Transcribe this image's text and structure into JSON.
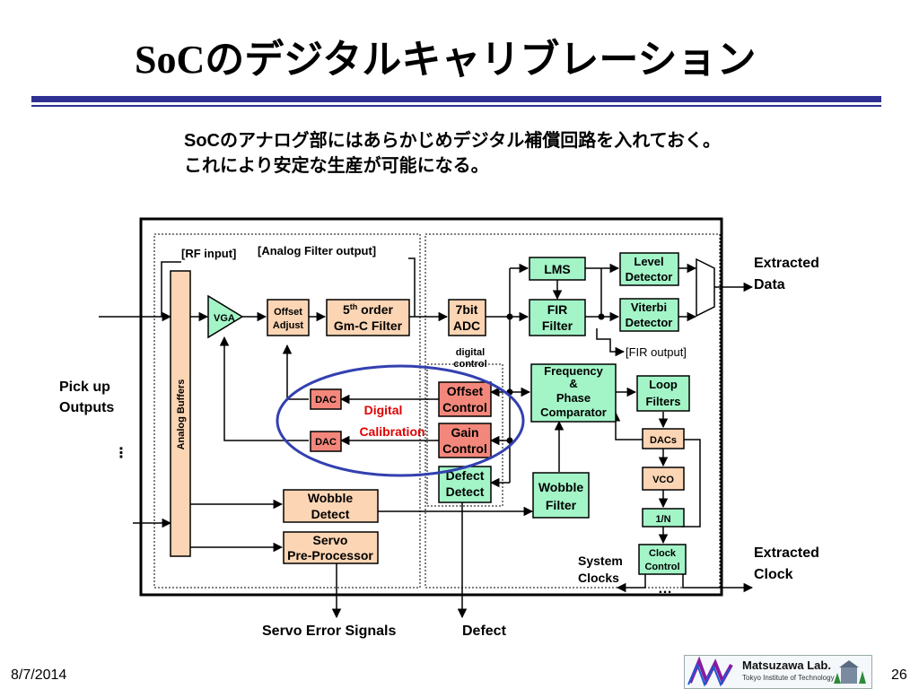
{
  "slide": {
    "title": "SoCのデジタルキャリブレーション",
    "description_line1": "SoCのアナログ部にはあらかじめデジタル補償回路を入れておく。",
    "description_line2": "これにより安定な生産が可能になる。",
    "date": "8/7/2014",
    "page_number": "26",
    "logo_line1": "Matsuzawa Lab.",
    "logo_line2": "Tokyo Institute of Technology"
  },
  "diagram": {
    "rf_input": "[RF input]",
    "analog_filter_output": "[Analog Filter output]",
    "fir_output": "[FIR output]",
    "digital_control_1": "digital",
    "digital_control_2": "control",
    "analog_buffers": "Analog Buffers",
    "vga": "VGA",
    "offset_adjust_1": "Offset",
    "offset_adjust_2": "Adjust",
    "filter_order_num": "5",
    "filter_order_sup": "th",
    "filter_order_rest": " order",
    "filter_type": "Gm-C Filter",
    "adc_1": "7bit",
    "adc_2": "ADC",
    "lms": "LMS",
    "fir_1": "FIR",
    "fir_2": "Filter",
    "level_1": "Level",
    "level_2": "Detector",
    "viterbi_1": "Viterbi",
    "viterbi_2": "Detector",
    "fpc_1": "Frequency",
    "fpc_2": "&",
    "fpc_3": "Phase",
    "fpc_4": "Comparator",
    "loop_1": "Loop",
    "loop_2": "Filters",
    "dacs": "DACs",
    "vco": "VCO",
    "div": "1/N",
    "clock_1": "Clock",
    "clock_2": "Control",
    "dac_top": "DAC",
    "dac_bottom": "DAC",
    "offset_control_1": "Offset",
    "offset_control_2": "Control",
    "gain_control_1": "Gain",
    "gain_control_2": "Control",
    "defect_detect_1": "Defect",
    "defect_detect_2": "Detect",
    "wobble_filter_1": "Wobble",
    "wobble_filter_2": "Filter",
    "wobble_detect_1": "Wobble",
    "wobble_detect_2": "Detect",
    "servo_1": "Servo",
    "servo_2": "Pre-Processor",
    "digital_calibration_1": "Digital",
    "digital_calibration_2": "Calibration",
    "pickup_1": "Pick up",
    "pickup_2": "Outputs",
    "extracted_data_1": "Extracted",
    "extracted_data_2": "Data",
    "extracted_clock_1": "Extracted",
    "extracted_clock_2": "Clock",
    "system_clocks_1": "System",
    "system_clocks_2": "Clocks",
    "servo_error_signals": "Servo Error Signals",
    "defect": "Defect",
    "ellipsis_vertical": "⋮",
    "ellipsis_horizontal": "…"
  },
  "colors": {
    "title_rule": "#2e3192",
    "analog_block": "#fcd5b4",
    "digital_block": "#a3f5c8",
    "dac_block": "#f4877b",
    "calibration_ellipse": "#3340b0",
    "calibration_text": "#e00000"
  }
}
